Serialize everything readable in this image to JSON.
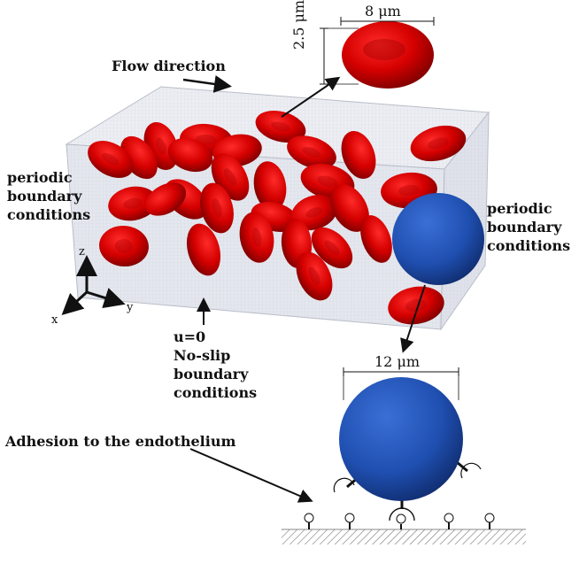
{
  "labels": {
    "flow_direction": "Flow direction",
    "periodic_left": "periodic\nboundary\nconditions",
    "periodic_right": "periodic\nboundary\nconditions",
    "no_slip": "u=0\nNo-slip\nboundary\nconditions",
    "adhesion": "Adhesion to the endothelium",
    "rbc_width": "8 μm",
    "rbc_height": "2.5 μm",
    "wbc_diameter": "12 μm",
    "axis_x": "x",
    "axis_y": "y",
    "axis_z": "z"
  },
  "colors": {
    "rbc": "#c00000",
    "wbc": "#1f4fb0",
    "domain_face": "#e6e8ee",
    "grid": "#c8ccd6"
  }
}
